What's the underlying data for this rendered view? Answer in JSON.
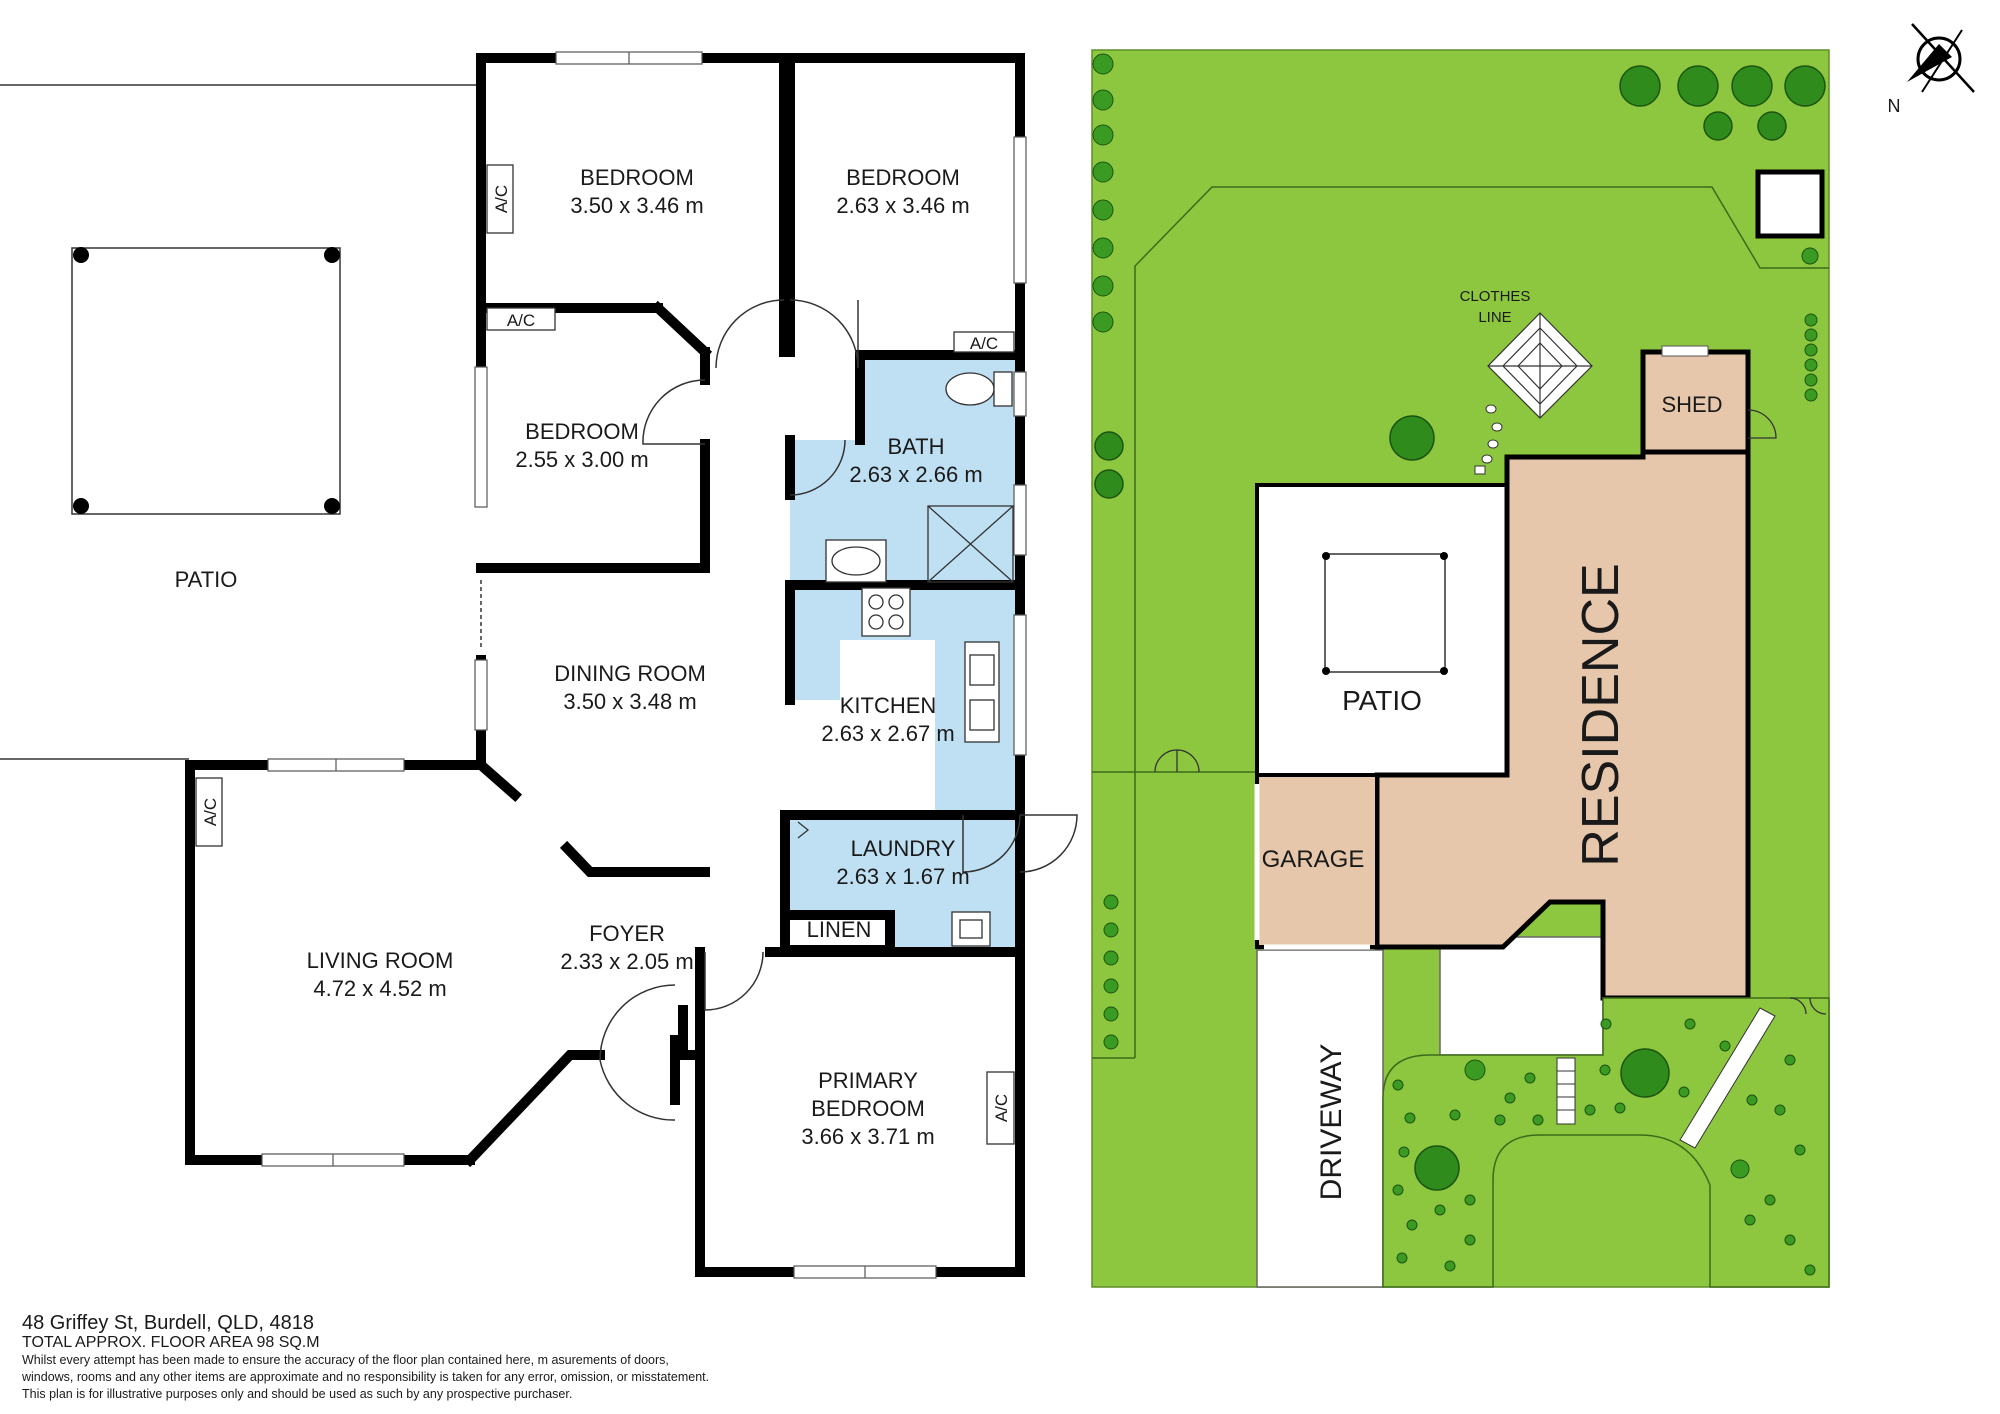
{
  "rooms": {
    "bedroom1": {
      "name": "BEDROOM",
      "dims": "3.50 x 3.46 m"
    },
    "bedroom2": {
      "name": "BEDROOM",
      "dims": "2.63 x 3.46 m"
    },
    "bedroom3": {
      "name": "BEDROOM",
      "dims": "2.55 x 3.00 m"
    },
    "bath": {
      "name": "BATH",
      "dims": "2.63 x 2.66 m"
    },
    "dining": {
      "name": "DINING ROOM",
      "dims": "3.50 x 3.48 m"
    },
    "kitchen": {
      "name": "KITCHEN",
      "dims": "2.63 x 2.67 m"
    },
    "laundry": {
      "name": "LAUNDRY",
      "dims": "2.63 x 1.67 m"
    },
    "linen": {
      "name": "LINEN"
    },
    "living": {
      "name": "LIVING ROOM",
      "dims": "4.72 x 4.52 m"
    },
    "foyer": {
      "name": "FOYER",
      "dims": "2.33 x 2.05 m"
    },
    "primary": {
      "name_line1": "PRIMARY",
      "name_line2": "BEDROOM",
      "dims": "3.66 x 3.71 m"
    },
    "patio": {
      "name": "PATIO"
    }
  },
  "ac_label": "A/C",
  "site": {
    "residence": "RESIDENCE",
    "patio": "PATIO",
    "garage": "GARAGE",
    "shed": "SHED",
    "driveway": "DRIVEWAY",
    "clothes_line_1": "CLOTHES",
    "clothes_line_2": "LINE",
    "north": "N"
  },
  "colors": {
    "lawn": "#8dc63f",
    "residence": "#e6c7ab",
    "wet_area": "#bfe0f3",
    "wall": "#000000"
  },
  "footer": {
    "address": "48 Griffey St, Burdell, QLD, 4818",
    "area": "TOTAL APPROX. FLOOR AREA 98 SQ.M",
    "disclaimer_1": "Whilst every attempt has been made to ensure the accuracy of the floor plan contained here, m  asurements of doors,",
    "disclaimer_2": "windows, rooms and any other items are approximate and no responsibility is taken for any error, omission, or misstatement.",
    "disclaimer_3": "This plan is for illustrative purposes only and should be used as such by any prospective purchaser."
  }
}
